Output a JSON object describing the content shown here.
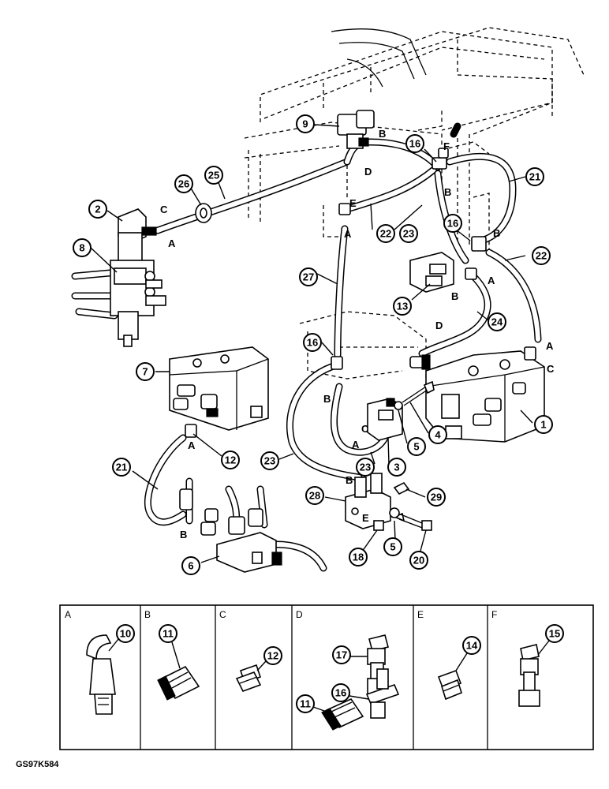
{
  "figure_code": "GS97K584",
  "callouts": {
    "c1": "1",
    "c2": "2",
    "c3": "3",
    "c4": "4",
    "c5a": "5",
    "c5b": "5",
    "c6": "6",
    "c7": "7",
    "c8": "8",
    "c9": "9",
    "c12": "12",
    "c13": "13",
    "c16a": "16",
    "c16b": "16",
    "c16c": "16",
    "c18": "18",
    "c20": "20",
    "c21a": "21",
    "c21b": "21",
    "c22a": "22",
    "c22b": "22",
    "c23a": "23",
    "c23b": "23",
    "c23c": "23",
    "c24": "24",
    "c25": "25",
    "c26": "26",
    "c27": "27",
    "c28": "28",
    "c29": "29"
  },
  "letters": {
    "C1": "C",
    "A1": "A",
    "B1": "B",
    "D1": "D",
    "E1": "E",
    "F1": "F",
    "B2": "B",
    "A2": "A",
    "B3": "B",
    "A3": "A",
    "B4": "B",
    "D2": "D",
    "A4": "A",
    "C2": "C",
    "B5": "B",
    "C3": "C",
    "A5": "A",
    "A6": "A",
    "B6": "B",
    "E2": "E",
    "B7": "B"
  },
  "legend": [
    {
      "letter": "A",
      "part": "10"
    },
    {
      "letter": "B",
      "part": "11"
    },
    {
      "letter": "C",
      "part": "12"
    },
    {
      "letter": "D",
      "parts": [
        "17",
        "16",
        "11"
      ]
    },
    {
      "letter": "E",
      "part": "14"
    },
    {
      "letter": "F",
      "part": "15"
    }
  ]
}
